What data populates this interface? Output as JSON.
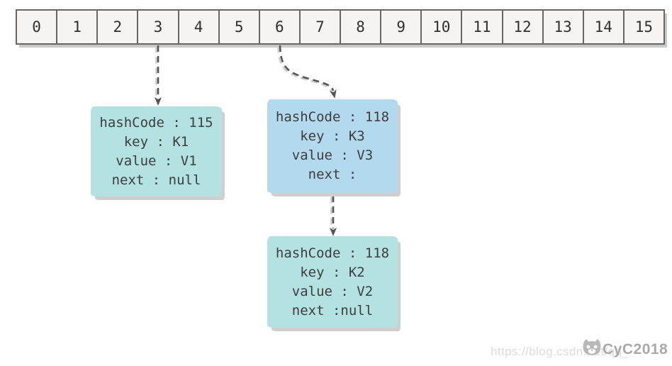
{
  "array": {
    "cells": [
      "0",
      "1",
      "2",
      "3",
      "4",
      "5",
      "6",
      "7",
      "8",
      "9",
      "10",
      "11",
      "12",
      "13",
      "14",
      "15"
    ]
  },
  "nodes": [
    {
      "id": "node-k1",
      "bucket": "3",
      "lines": [
        "hashCode : 115",
        "key : K1",
        "value : V1",
        "next : null"
      ]
    },
    {
      "id": "node-k3",
      "bucket": "6",
      "lines": [
        "hashCode : 118",
        "key : K3",
        "value : V3",
        "next :"
      ]
    },
    {
      "id": "node-k2",
      "bucket": "6",
      "lines": [
        "hashCode : 118",
        "key : K2",
        "value : V2",
        "next :null"
      ]
    }
  ],
  "arrows": [
    {
      "from": "bucket-3",
      "to": "node-k1",
      "style": "dashed"
    },
    {
      "from": "bucket-6",
      "to": "node-k3",
      "style": "dashed"
    },
    {
      "from": "node-k3-next",
      "to": "node-k2",
      "style": "dashed"
    }
  ],
  "watermark": {
    "url": "https://blog.csdn.net/qq_",
    "cat_icon": "github-cat-icon",
    "name": "CyC2018"
  },
  "colors": {
    "node_cyan": "#b4e2e2",
    "node_blue": "#b3d9ee",
    "cell_bg": "#f5f4f2",
    "cell_border": "#666666",
    "arrow": "#555555",
    "arrow_shadow": "#cccccc",
    "box_shadow": "#cfcfcf",
    "text": "#3d3d3d",
    "watermark_url": "#dcdcdc",
    "watermark_name": "#a9a9a9"
  }
}
